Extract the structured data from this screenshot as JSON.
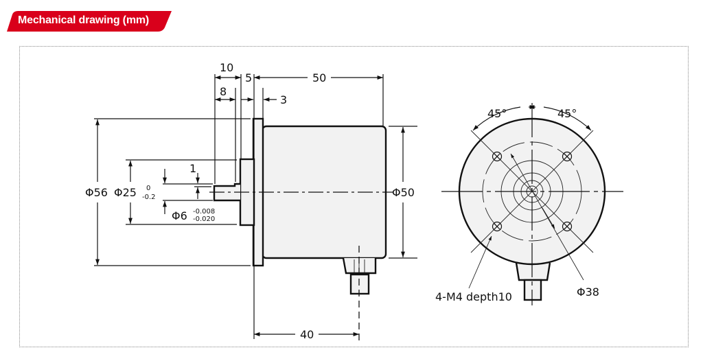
{
  "header": {
    "title": "Mechanical drawing (mm)",
    "color": "#d9001b"
  },
  "side_view": {
    "dim_10": "10",
    "dim_8": "8",
    "dim_5": "5",
    "dim_50": "50",
    "dim_3": "3",
    "dim_1": "1",
    "dia_56": "Φ56",
    "dia_25": "Φ25",
    "dia_25_tol_upper": "0",
    "dia_25_tol_lower": "-0.2",
    "dia_6": "Φ6",
    "dia_6_tol_upper": "-0.008",
    "dia_6_tol_lower": "-0.020",
    "dia_50": "Φ50",
    "dim_40": "40"
  },
  "front_view": {
    "angle_left": "45°",
    "angle_right": "45°",
    "holes_label": "4-M4 depth10",
    "bolt_circle": "Φ38"
  }
}
